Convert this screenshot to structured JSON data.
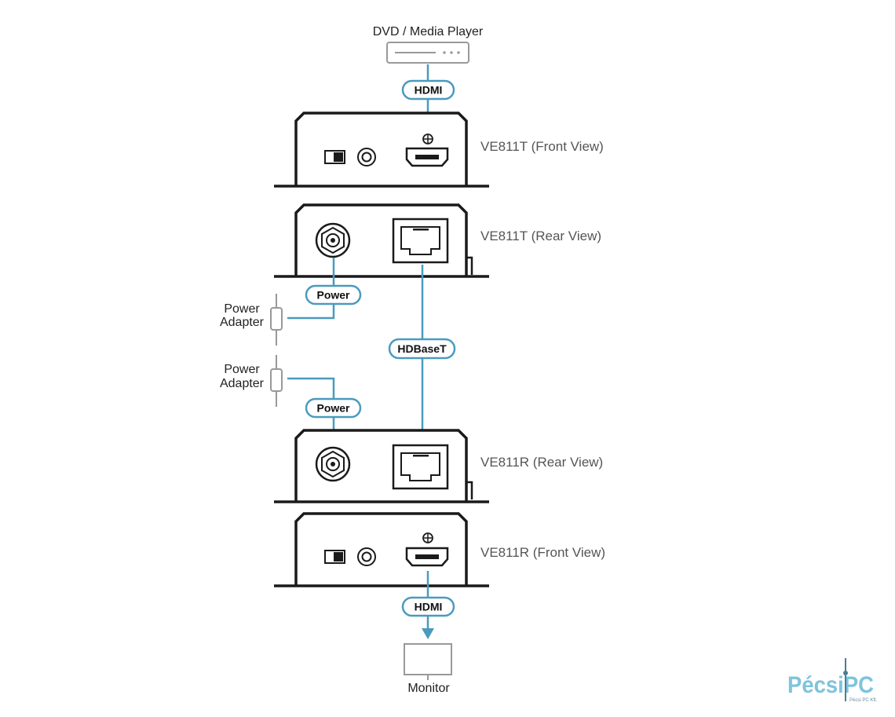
{
  "diagram": {
    "source_device": "DVD / Media Player",
    "units": {
      "tx_front": "VE811T (Front View)",
      "tx_rear": "VE811T (Rear View)",
      "rx_rear": "VE811R (Rear View)",
      "rx_front": "VE811R (Front View)"
    },
    "tags": {
      "hdmi_in": "HDMI",
      "power_tx": "Power",
      "hdbaset": "HDBaseT",
      "power_rx": "Power",
      "hdmi_out": "HDMI"
    },
    "adapters": {
      "tx_line1": "Power",
      "tx_line2": "Adapter",
      "rx_line1": "Power",
      "rx_line2": "Adapter"
    },
    "sink_device": "Monitor",
    "logo": {
      "name": "PécsiPC",
      "tagline": "Pécsi PC Kft."
    },
    "colors": {
      "cable": "#4a9bbd",
      "device_outline": "#1a1a1a",
      "device_fill": "#ffffff",
      "peripheral": "#999999"
    }
  }
}
